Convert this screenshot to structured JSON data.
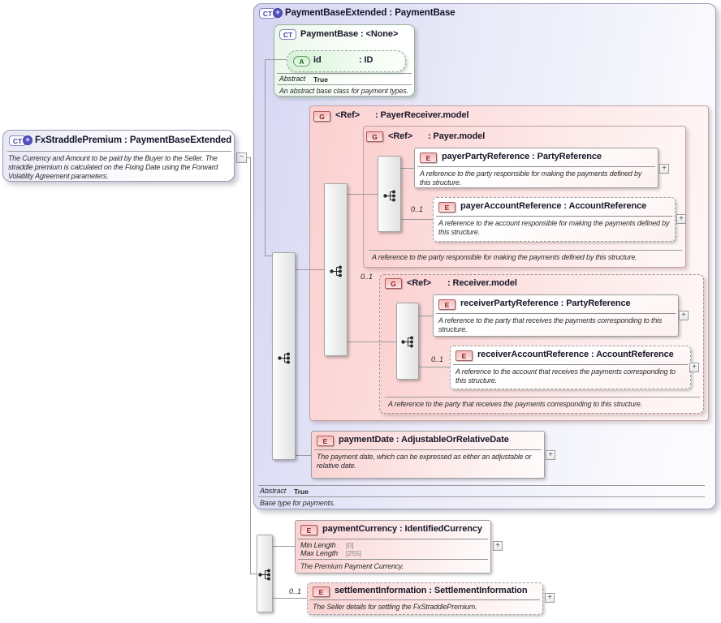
{
  "colors": {
    "complex_type_fill": "#d6d6f3",
    "group_fill": "#fbd0d0",
    "element_pink_fill": "#fad2d2",
    "attribute_fill": "#d7f2d7",
    "bar_fill": "#e8e8e8",
    "connector_line": "#9a9a9a",
    "ct_badge_text": "#3c3ca2",
    "eg_badge_text": "#8b2020",
    "a_badge_text": "#1d651d"
  },
  "badges": {
    "ct": "CT",
    "ct_plus": "+",
    "a": "A",
    "e": "E",
    "g": "G"
  },
  "symbols": {
    "collapse": "−",
    "expand": "+"
  },
  "fx_straddle_premium": {
    "title": "FxStraddlePremium : PaymentBaseExtended",
    "description": "The Currency and Amount to be paid by the Buyer to the Seller. The straddle premium is calculated on the Fixing Date using the Forward Volatility Agreement parameters."
  },
  "payment_base_extended": {
    "title": "PaymentBaseExtended : PaymentBase",
    "abstract_label": "Abstract",
    "abstract_value": "True",
    "footer": "Base type for payments."
  },
  "payment_base": {
    "title": "PaymentBase : <None>",
    "attribute_name": "id",
    "attribute_type": ": ID",
    "abstract_label": "Abstract",
    "abstract_value": "True",
    "description": "An abstract base class for payment types."
  },
  "payer_receiver_model": {
    "ref": "<Ref>",
    "type": ": PayerReceiver.model"
  },
  "payer_model": {
    "ref": "<Ref>",
    "type": ": Payer.model",
    "footer": "A reference to the party responsible for making the payments defined by this structure."
  },
  "payer_party_reference": {
    "title": "payerPartyReference : PartyReference",
    "description": "A reference to the party responsible for making the payments defined by this structure."
  },
  "payer_account_reference": {
    "cardinality": "0..1",
    "title": "payerAccountReference : AccountReference",
    "description": "A reference to the account responsible for making the payments defined by this structure."
  },
  "receiver_model": {
    "cardinality": "0..1",
    "ref": "<Ref>",
    "type": ": Receiver.model",
    "footer": "A reference to the party that receives the payments corresponding to this structure."
  },
  "receiver_party_reference": {
    "title": "receiverPartyReference : PartyReference",
    "description": "A reference to the party that receives the payments corresponding to this structure."
  },
  "receiver_account_reference": {
    "cardinality": "0..1",
    "title": "receiverAccountReference : AccountReference",
    "description": "A reference to the account that receives the payments corresponding to this structure."
  },
  "payment_date": {
    "title": "paymentDate : AdjustableOrRelativeDate",
    "description": "The payment date, which can be expressed as either an adjustable or relative date."
  },
  "payment_currency": {
    "title": "paymentCurrency : IdentifiedCurrency",
    "facets": {
      "min_label": "Min Length",
      "min_value": "[0]",
      "max_label": "Max Length",
      "max_value": "[255]"
    },
    "description": "The Premium Payment Currency."
  },
  "settlement_information": {
    "cardinality": "0..1",
    "title": "settlementInformation : SettlementInformation",
    "description": "The Seller details for settling the FxStraddlePremium."
  }
}
